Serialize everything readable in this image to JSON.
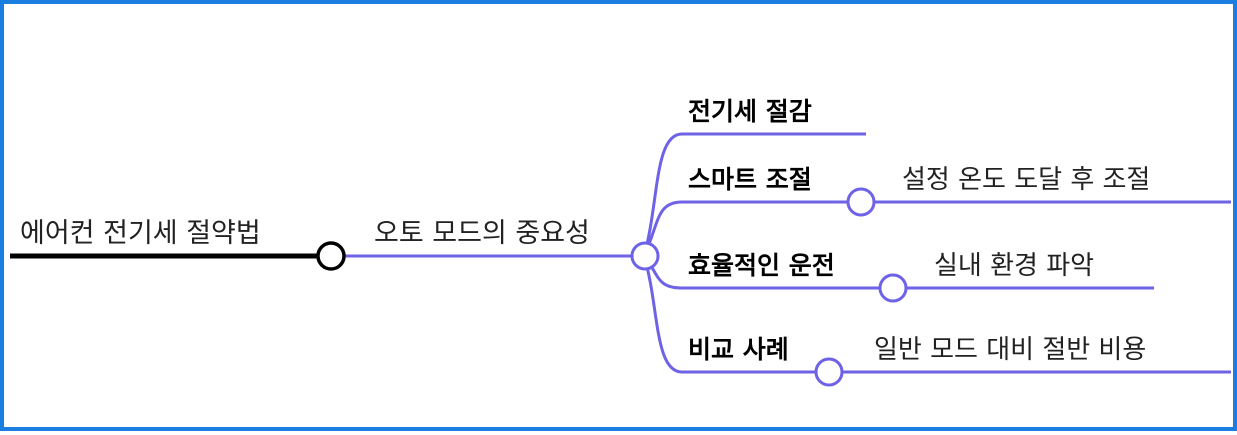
{
  "colors": {
    "frame": "#1a7ee0",
    "root_line": "#000000",
    "branch_line": "#6e62e6",
    "node_fill": "#ffffff"
  },
  "root": {
    "label": "에어컨 전기세 절약법"
  },
  "hub": {
    "label": "오토 모드의 중요성"
  },
  "branches": [
    {
      "label": "전기세 절감",
      "leaf": ""
    },
    {
      "label": "스마트 조절",
      "leaf": "설정 온도 도달 후 조절"
    },
    {
      "label": "효율적인 운전",
      "leaf": "실내 환경 파악"
    },
    {
      "label": "비교 사례",
      "leaf": "일반 모드 대비 절반 비용"
    }
  ]
}
